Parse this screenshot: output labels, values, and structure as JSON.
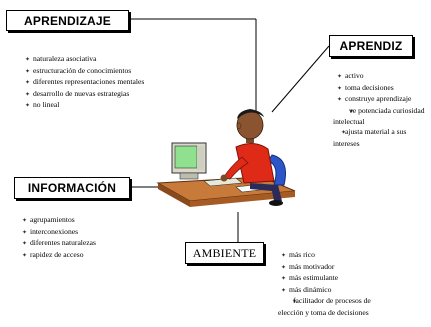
{
  "aprendizaje": {
    "title": "APRENDIZAJE",
    "items": [
      "naturaleza asociativa",
      "estructuración de conocimientos",
      "diferentes representaciones mentales",
      "desarrollo de nuevas estrategias",
      "no lineal"
    ]
  },
  "aprendiz": {
    "title": "APRENDIZ",
    "items": [
      "activo",
      "toma decisiones",
      "construye aprendizaje",
      "ve potenciada curiosidad intelectual",
      "ajusta material a sus intereses"
    ]
  },
  "informacion": {
    "title": "INFORMACIÓN",
    "items": [
      "agrupamientos",
      "interconexiones",
      "diferentes naturalezas",
      "rapidez de acceso"
    ]
  },
  "ambiente": {
    "title": "AMBIENTE",
    "items": [
      "más rico",
      "más motivador",
      "más estimulante",
      "más dinámico",
      "facilitador de procesos de elección y toma de decisiones"
    ]
  },
  "bullet_icon": "sparkle-bullet-icon"
}
